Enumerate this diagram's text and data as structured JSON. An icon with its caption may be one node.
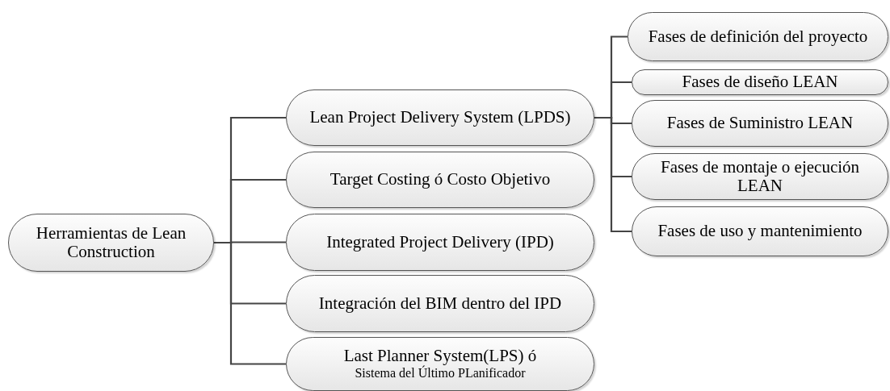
{
  "diagram": {
    "nodes": [
      {
        "text": [
          "Herramientas de Lean Construction"
        ]
      },
      {
        "text": [
          "Lean Project Delivery System (LPDS)"
        ]
      },
      {
        "text": [
          "Target Costing ó Costo Objetivo"
        ]
      },
      {
        "text": [
          "Integrated Project Delivery (IPD)"
        ]
      },
      {
        "text": [
          "Integración del BIM dentro del IPD"
        ]
      },
      {
        "text": [
          "Last Planner System(LPS) ó",
          "Sistema del Último PLanificador"
        ]
      },
      {
        "text": [
          "Fases de definición del proyecto"
        ]
      },
      {
        "text": [
          "Fases de diseño LEAN"
        ]
      },
      {
        "text": [
          "Fases de Suministro LEAN"
        ]
      },
      {
        "text": [
          "Fases de montaje o ejecución LEAN"
        ]
      },
      {
        "text": [
          "Fases de uso y mantenimiento"
        ]
      }
    ],
    "edges": [
      {
        "from": 0,
        "to": 1,
        "arrow": "none"
      },
      {
        "from": 0,
        "to": 2,
        "arrow": "none"
      },
      {
        "from": 0,
        "to": 3,
        "arrow": "none"
      },
      {
        "from": 0,
        "to": 4,
        "arrow": "none"
      },
      {
        "from": 0,
        "to": 5,
        "arrow": "none"
      },
      {
        "from": 1,
        "to": 6,
        "arrow": "none"
      },
      {
        "from": 1,
        "to": 7,
        "arrow": "none"
      },
      {
        "from": 1,
        "to": 8,
        "arrow": "none"
      },
      {
        "from": 1,
        "to": 9,
        "arrow": "none"
      },
      {
        "from": 1,
        "to": 10,
        "arrow": "none"
      }
    ]
  }
}
